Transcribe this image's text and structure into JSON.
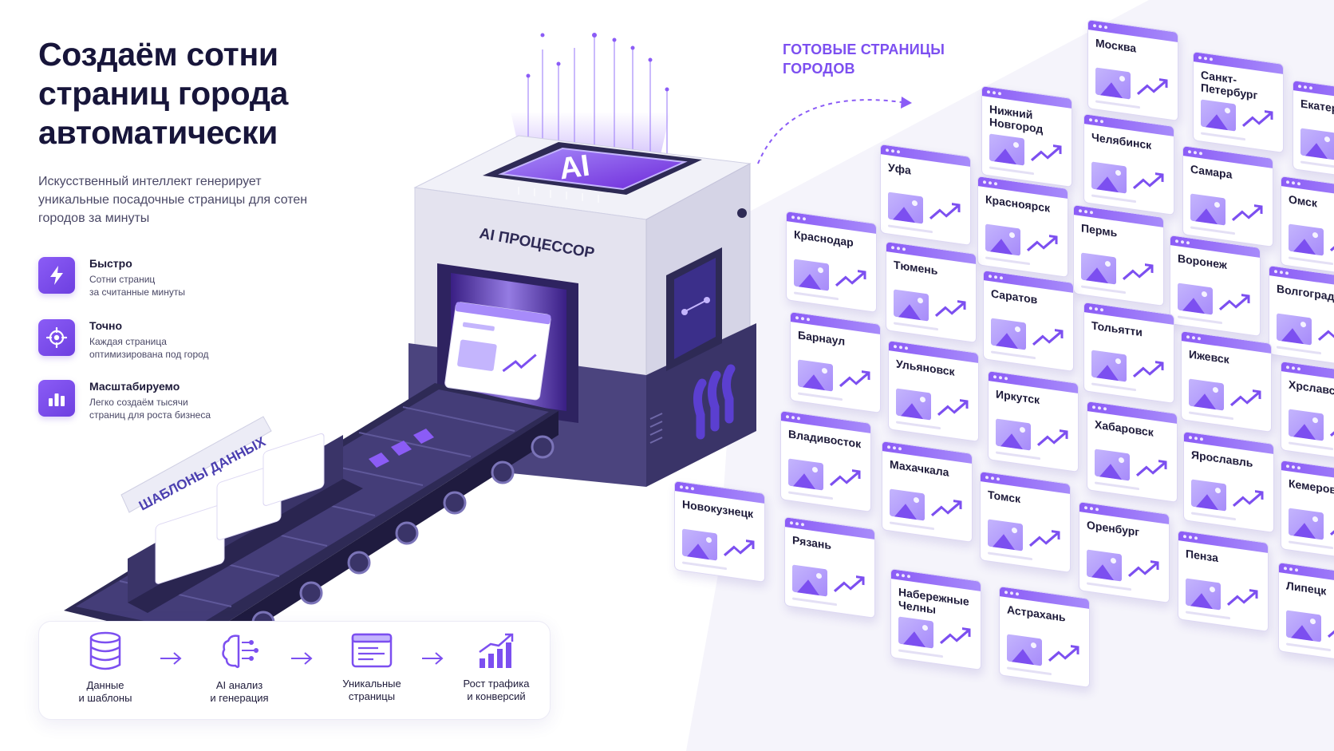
{
  "hero": {
    "title_line1": "Создаём сотни",
    "title_line2": "страниц города",
    "title_line3": "автоматически",
    "subtitle": "Искусственный интеллект генерирует уникальные посадочные страницы для сотен городов за минуты"
  },
  "features": [
    {
      "title": "Быстро",
      "desc_line1": "Сотни страниц",
      "desc_line2": "за считанные минуты",
      "icon": "lightning-icon"
    },
    {
      "title": "Точно",
      "desc_line1": "Каждая страница",
      "desc_line2": "оптимизирована под город",
      "icon": "target-icon"
    },
    {
      "title": "Масштабируемо",
      "desc_line1": "Легко создаём тысячи",
      "desc_line2": "страниц для роста бизнеса",
      "icon": "bar-chart-icon"
    }
  ],
  "machine": {
    "chip_label": "AI",
    "processor_label": "AI ПРОЦЕССОР",
    "templates_label": "ШАБЛОНЫ ДАННЫХ"
  },
  "ready_label_line1": "ГОТОВЫЕ СТРАНИЦЫ",
  "ready_label_line2": "ГОРОДОВ",
  "cities": [
    {
      "name": "Москва"
    },
    {
      "name": "Санкт-Петербург"
    },
    {
      "name": "Екатеринбург"
    },
    {
      "name": "Нижний Новгород"
    },
    {
      "name": "Челябинск"
    },
    {
      "name": "Самара"
    },
    {
      "name": "Омск"
    },
    {
      "name": "Уфа"
    },
    {
      "name": "Красноярск"
    },
    {
      "name": "Пермь"
    },
    {
      "name": "Воронеж"
    },
    {
      "name": "Волгоград"
    },
    {
      "name": "Краснодар"
    },
    {
      "name": "Тюмень"
    },
    {
      "name": "Саратов"
    },
    {
      "name": "Тольятти"
    },
    {
      "name": "Ижевск"
    },
    {
      "name": "Хрславск"
    },
    {
      "name": "Барнаул"
    },
    {
      "name": "Ульяновск"
    },
    {
      "name": "Иркутск"
    },
    {
      "name": "Хабаровск"
    },
    {
      "name": "Ярославль"
    },
    {
      "name": "Кемерово"
    },
    {
      "name": "Владивосток"
    },
    {
      "name": "Махачкала"
    },
    {
      "name": "Томск"
    },
    {
      "name": "Оренбург"
    },
    {
      "name": "Пенза"
    },
    {
      "name": "Липецк"
    },
    {
      "name": "Новокузнецк"
    },
    {
      "name": "Рязань"
    },
    {
      "name": "Набережные Челны"
    },
    {
      "name": "Астрахань"
    }
  ],
  "flow": [
    {
      "label_line1": "Данные",
      "label_line2": "и шаблоны",
      "icon": "database-icon"
    },
    {
      "label_line1": "AI анализ",
      "label_line2": "и генерация",
      "icon": "brain-icon"
    },
    {
      "label_line1": "Уникальные",
      "label_line2": "страницы",
      "icon": "browser-window-icon"
    },
    {
      "label_line1": "Рост трафика",
      "label_line2": "и конверсий",
      "icon": "growth-chart-icon"
    }
  ],
  "colors": {
    "accent": "#7c4ff0",
    "accent_light": "#a78bfa",
    "dark": "#1e1b3a",
    "machine_body": "#e8e8f2",
    "machine_dark": "#2e2a55"
  }
}
